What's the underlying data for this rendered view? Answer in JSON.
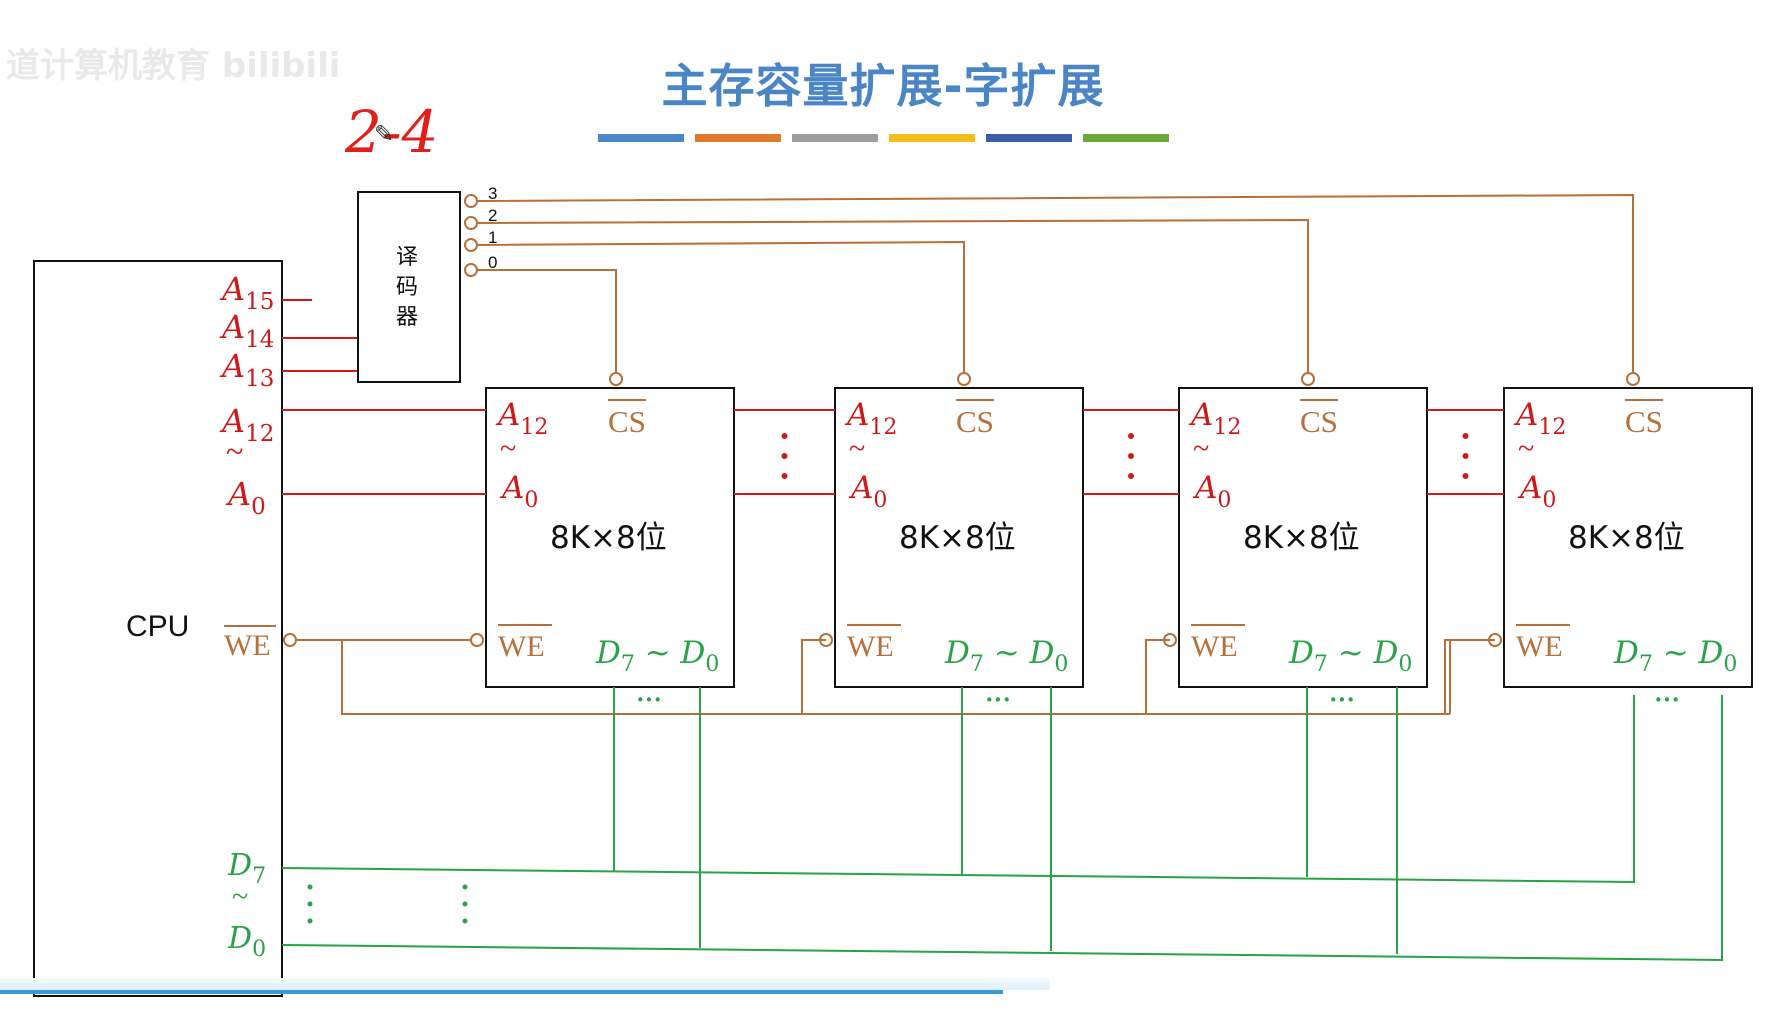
{
  "watermark": "道计算机教育 bilibili",
  "title": "主存容量扩展-字扩展",
  "color_bars": [
    "#4a86c8",
    "#e07a2e",
    "#9e9e9e",
    "#f2be1a",
    "#3a5ea8",
    "#6aaa3c"
  ],
  "handwritten": "2-4",
  "decoder": {
    "label_chars": [
      "译",
      "码",
      "器"
    ],
    "outputs": [
      "3",
      "2",
      "1",
      "0"
    ]
  },
  "cpu": {
    "label": "CPU",
    "addr_high": [
      {
        "sym": "A",
        "sub": "15"
      },
      {
        "sym": "A",
        "sub": "14"
      },
      {
        "sym": "A",
        "sub": "13"
      }
    ],
    "addr_low_top": {
      "sym": "A",
      "sub": "12"
    },
    "addr_low_bot": {
      "sym": "A",
      "sub": "0"
    },
    "tilde": "~",
    "we": "WE",
    "data_top": {
      "sym": "D",
      "sub": "7"
    },
    "data_bot": {
      "sym": "D",
      "sub": "0"
    }
  },
  "chip": {
    "a_top": {
      "sym": "A",
      "sub": "12"
    },
    "a_bot": {
      "sym": "A",
      "sub": "0"
    },
    "tilde": "~",
    "cs": "CS",
    "size": "8K×8位",
    "we": "WE",
    "data": {
      "d7": "D",
      "d7_sub": "7",
      "sep": "~",
      "d0": "D",
      "d0_sub": "0"
    },
    "dots": "···"
  },
  "colors": {
    "red": "#cc1a1a",
    "brown": "#b5703c",
    "green": "#2aa24a",
    "black": "#111111"
  }
}
